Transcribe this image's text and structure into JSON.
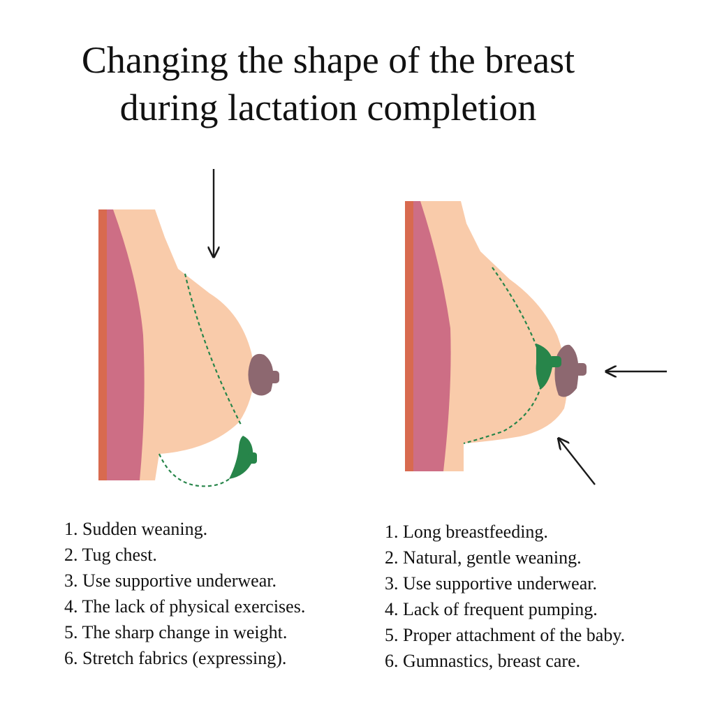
{
  "title": {
    "line1": "Changing the shape of the breast",
    "line2": "during lactation completion"
  },
  "colors": {
    "skin": "#f9cbaa",
    "muscle": "#cd6e85",
    "muscle_edge": "#d86a4f",
    "areola": "#8d6870",
    "duct": "#27854a",
    "arrow": "#1a1a1a"
  },
  "left_panel": {
    "items": [
      "1. Sudden weaning.",
      "2. Tug chest.",
      "3. Use supportive underwear.",
      "4. The lack of physical exercises.",
      "5. The sharp change in weight.",
      "6. Stretch fabrics (expressing)."
    ]
  },
  "right_panel": {
    "items": [
      "1. Long breastfeeding.",
      "2. Natural, gentle weaning.",
      "3. Use supportive underwear.",
      "4. Lack of frequent pumping.",
      "5. Proper attachment of the baby.",
      "6. Gumnastics, breast care."
    ]
  }
}
